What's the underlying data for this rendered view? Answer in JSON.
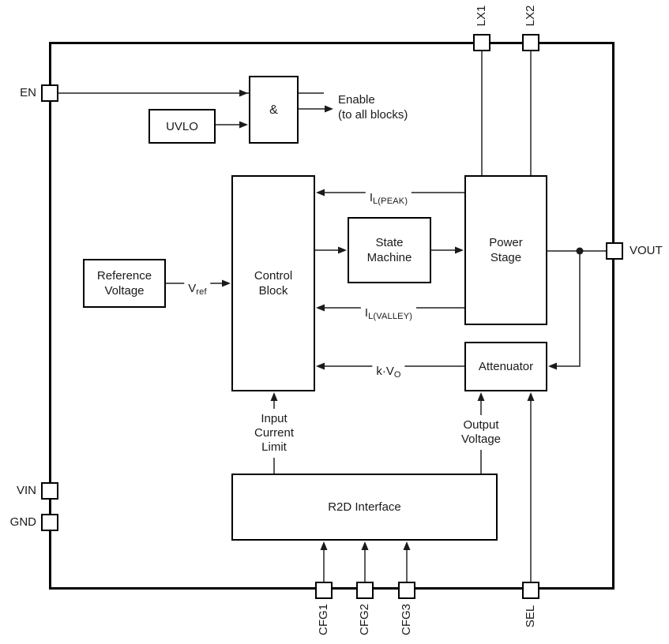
{
  "diagram_type": "ic-functional-block-diagram",
  "pins": {
    "en": {
      "label": "EN"
    },
    "vin": {
      "label": "VIN"
    },
    "gnd": {
      "label": "GND"
    },
    "lx1": {
      "label": "LX1"
    },
    "lx2": {
      "label": "LX2"
    },
    "vout": {
      "label": "VOUT"
    },
    "cfg1": {
      "label": "CFG1"
    },
    "cfg2": {
      "label": "CFG2"
    },
    "cfg3": {
      "label": "CFG3"
    },
    "sel": {
      "label": "SEL"
    }
  },
  "blocks": {
    "uvlo": {
      "label": "UVLO"
    },
    "and_gate": {
      "label": "&"
    },
    "reference_voltage": {
      "label": "Reference\nVoltage"
    },
    "control_block": {
      "label": "Control\nBlock"
    },
    "state_machine": {
      "label": "State\nMachine"
    },
    "power_stage": {
      "label": "Power\nStage"
    },
    "attenuator": {
      "label": "Attenuator"
    },
    "r2d_interface": {
      "label": "R2D Interface"
    }
  },
  "signals": {
    "enable": "Enable\n(to all blocks)",
    "il_peak": {
      "base": "I",
      "sub": "L(PEAK)"
    },
    "il_valley": {
      "base": "I",
      "sub": "L(VALLEY)"
    },
    "vref": {
      "base": "V",
      "sub": "ref"
    },
    "k_vo": {
      "base": "k·V",
      "sub": "O"
    },
    "input_current_limit": "Input\nCurrent\nLimit",
    "output_voltage": "Output\nVoltage"
  },
  "colors": {
    "background": "#ffffff",
    "block_border": "#000000",
    "wire": "#404040",
    "arrowhead": "#1a1a1a",
    "text": "#1a1a1a"
  }
}
